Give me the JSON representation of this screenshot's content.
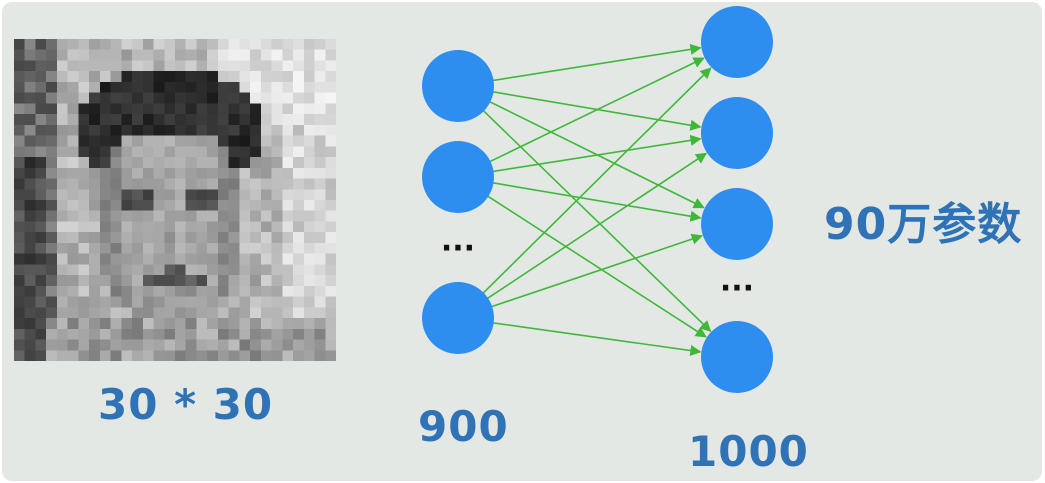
{
  "image_caption": "30 * 30",
  "input_layer": {
    "count_label": "900",
    "ellipsis": "···"
  },
  "output_layer": {
    "count_label": "1000",
    "ellipsis": "···"
  },
  "params_label": "90万参数",
  "colors": {
    "node": "#2e8ef0",
    "edge": "#3fb83a",
    "caption": "#2f72b5",
    "background": "#e3e8e4"
  }
}
